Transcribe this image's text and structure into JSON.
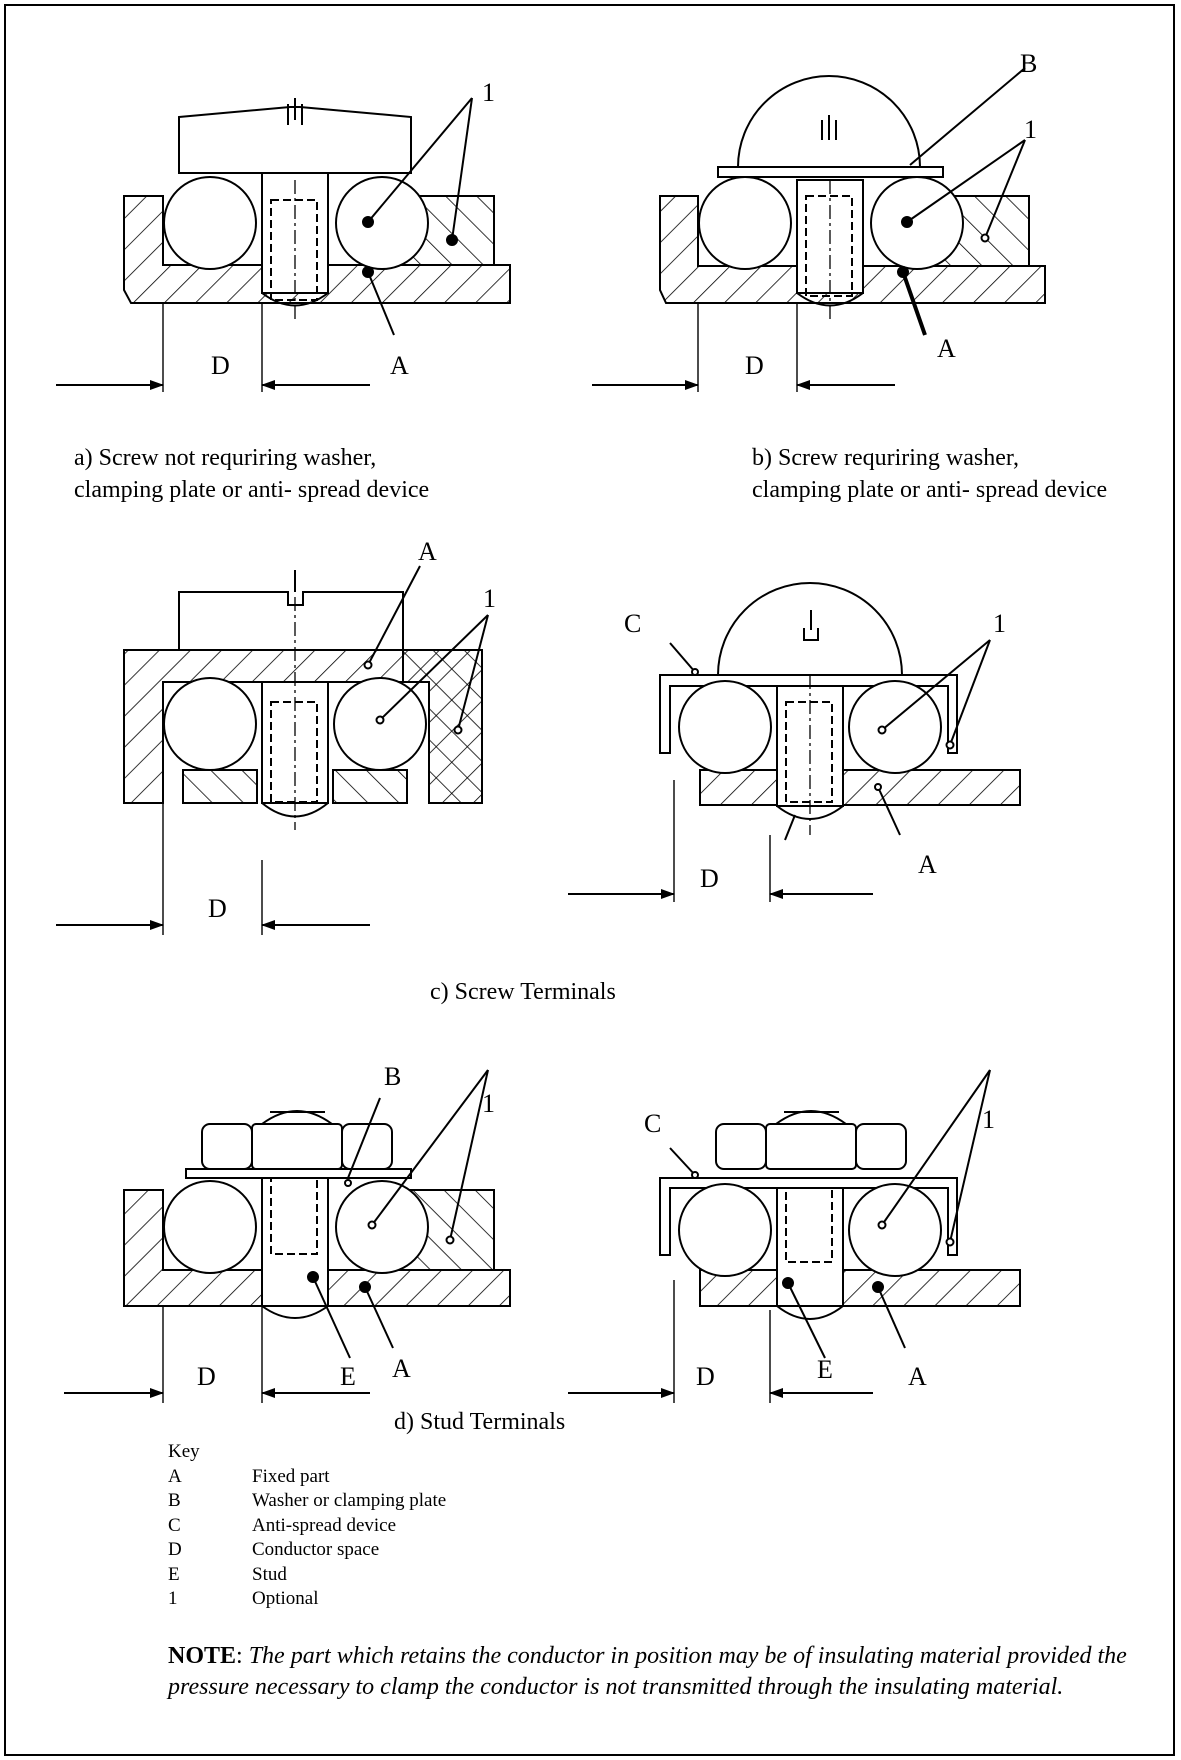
{
  "labels": {
    "A": "A",
    "B": "B",
    "C": "C",
    "D": "D",
    "E": "E",
    "one": "1"
  },
  "captions": {
    "a_line1": "a) Screw not requriring washer,",
    "a_line2": "clamping plate or anti- spread device",
    "b_line1": "b) Screw requriring washer,",
    "b_line2": "clamping plate or anti- spread device",
    "c": "c) Screw Terminals",
    "d": "d) Stud Terminals"
  },
  "key": {
    "title": "Key",
    "rows": [
      {
        "k": "A",
        "v": "Fixed part"
      },
      {
        "k": "B",
        "v": "Washer or clamping plate"
      },
      {
        "k": "C",
        "v": "Anti-spread device"
      },
      {
        "k": "D",
        "v": "Conductor space"
      },
      {
        "k": "E",
        "v": "Stud"
      },
      {
        "k": "1",
        "v": "Optional"
      }
    ]
  },
  "note": {
    "prefix": "NOTE",
    "text": "The part which retains the conductor in position may be of insulating material provided the pressure necessary to clamp the conductor is not transmitted through the insulating material."
  }
}
